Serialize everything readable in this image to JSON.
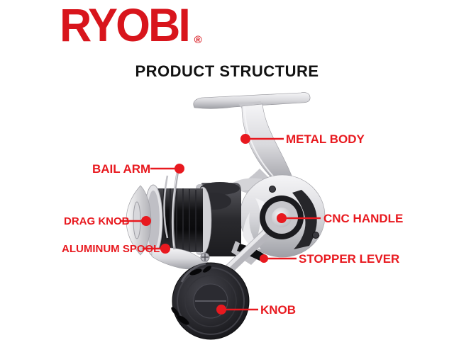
{
  "brand": {
    "logo_text": "RYOBI",
    "registered_mark": "®"
  },
  "title": "PRODUCT STRUCTURE",
  "colors": {
    "label_red": "#e8191f",
    "logo_red": "#d8151c",
    "background": "#ffffff",
    "reel_silver": "#d9d9dd",
    "reel_dark": "#1c1c1f"
  },
  "illustration": "spinning-fishing-reel",
  "labels": [
    {
      "id": "metal-body",
      "text": "METAL BODY"
    },
    {
      "id": "bail-arm",
      "text": "BAIL ARM"
    },
    {
      "id": "drag-knob",
      "text": "DRAG KNOB"
    },
    {
      "id": "aluminum-spool",
      "text": "ALUMINUM SPOOL"
    },
    {
      "id": "cnc-handle",
      "text": "CNC HANDLE"
    },
    {
      "id": "stopper-lever",
      "text": "STOPPER LEVER"
    },
    {
      "id": "knob",
      "text": "KNOB"
    }
  ]
}
